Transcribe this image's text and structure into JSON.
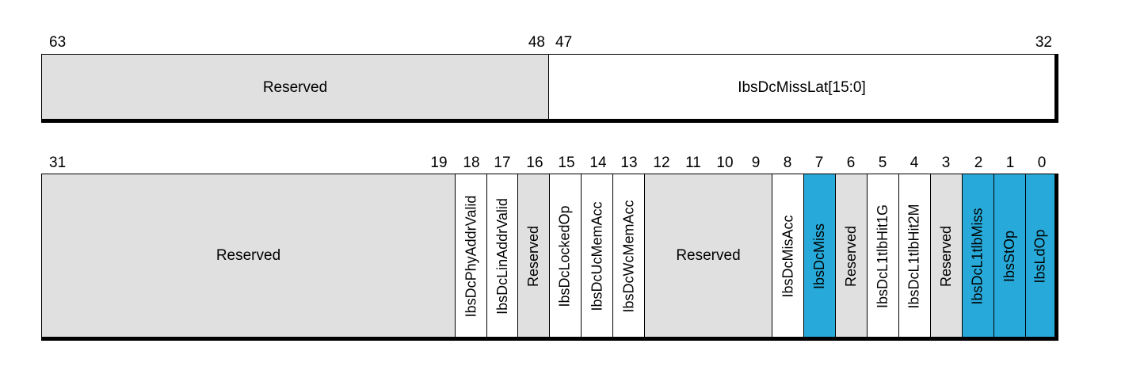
{
  "colors": {
    "reserved": "#e0e0e0",
    "plain": "#ffffff",
    "highlight": "#27aad9"
  },
  "upper": {
    "bit_labels": {
      "b63": "63",
      "b48": "48",
      "b47": "47",
      "b32": "32"
    },
    "fields": [
      {
        "label": "Reserved",
        "bits": "63:48",
        "style": "reserved"
      },
      {
        "label": "IbsDcMissLat[15:0]",
        "bits": "47:32",
        "style": "plain"
      }
    ]
  },
  "lower": {
    "bit_labels": [
      "31",
      "19",
      "18",
      "17",
      "16",
      "15",
      "14",
      "13",
      "12",
      "11",
      "10",
      "9",
      "8",
      "7",
      "6",
      "5",
      "4",
      "3",
      "2",
      "1",
      "0"
    ],
    "fields": [
      {
        "label": "Reserved",
        "bits": "31:19",
        "style": "reserved",
        "orientation": "horizontal"
      },
      {
        "label": "IbsDcPhyAddrValid",
        "bits": "18",
        "style": "plain",
        "orientation": "vertical"
      },
      {
        "label": "IbsDcLinAddrValid",
        "bits": "17",
        "style": "plain",
        "orientation": "vertical"
      },
      {
        "label": "Reserved",
        "bits": "16",
        "style": "reserved",
        "orientation": "vertical"
      },
      {
        "label": "IbsDcLockedOp",
        "bits": "15",
        "style": "plain",
        "orientation": "vertical"
      },
      {
        "label": "IbsDcUcMemAcc",
        "bits": "14",
        "style": "plain",
        "orientation": "vertical"
      },
      {
        "label": "IbsDcWcMemAcc",
        "bits": "13",
        "style": "plain",
        "orientation": "vertical"
      },
      {
        "label": "Reserved",
        "bits": "12:9",
        "style": "reserved",
        "orientation": "horizontal"
      },
      {
        "label": "IbsDcMisAcc",
        "bits": "8",
        "style": "plain",
        "orientation": "vertical"
      },
      {
        "label": "IbsDcMiss",
        "bits": "7",
        "style": "highlight",
        "orientation": "vertical"
      },
      {
        "label": "Reserved",
        "bits": "6",
        "style": "reserved",
        "orientation": "vertical"
      },
      {
        "label": "IbsDcL1tlbHit1G",
        "bits": "5",
        "style": "plain",
        "orientation": "vertical"
      },
      {
        "label": "IbsDcL1tlbHit2M",
        "bits": "4",
        "style": "plain",
        "orientation": "vertical"
      },
      {
        "label": "Reserved",
        "bits": "3",
        "style": "reserved",
        "orientation": "vertical"
      },
      {
        "label": "IbsDcL1tlbMiss",
        "bits": "2",
        "style": "highlight",
        "orientation": "vertical"
      },
      {
        "label": "IbsStOp",
        "bits": "1",
        "style": "highlight",
        "orientation": "vertical"
      },
      {
        "label": "IbsLdOp",
        "bits": "0",
        "style": "highlight",
        "orientation": "vertical"
      }
    ]
  }
}
